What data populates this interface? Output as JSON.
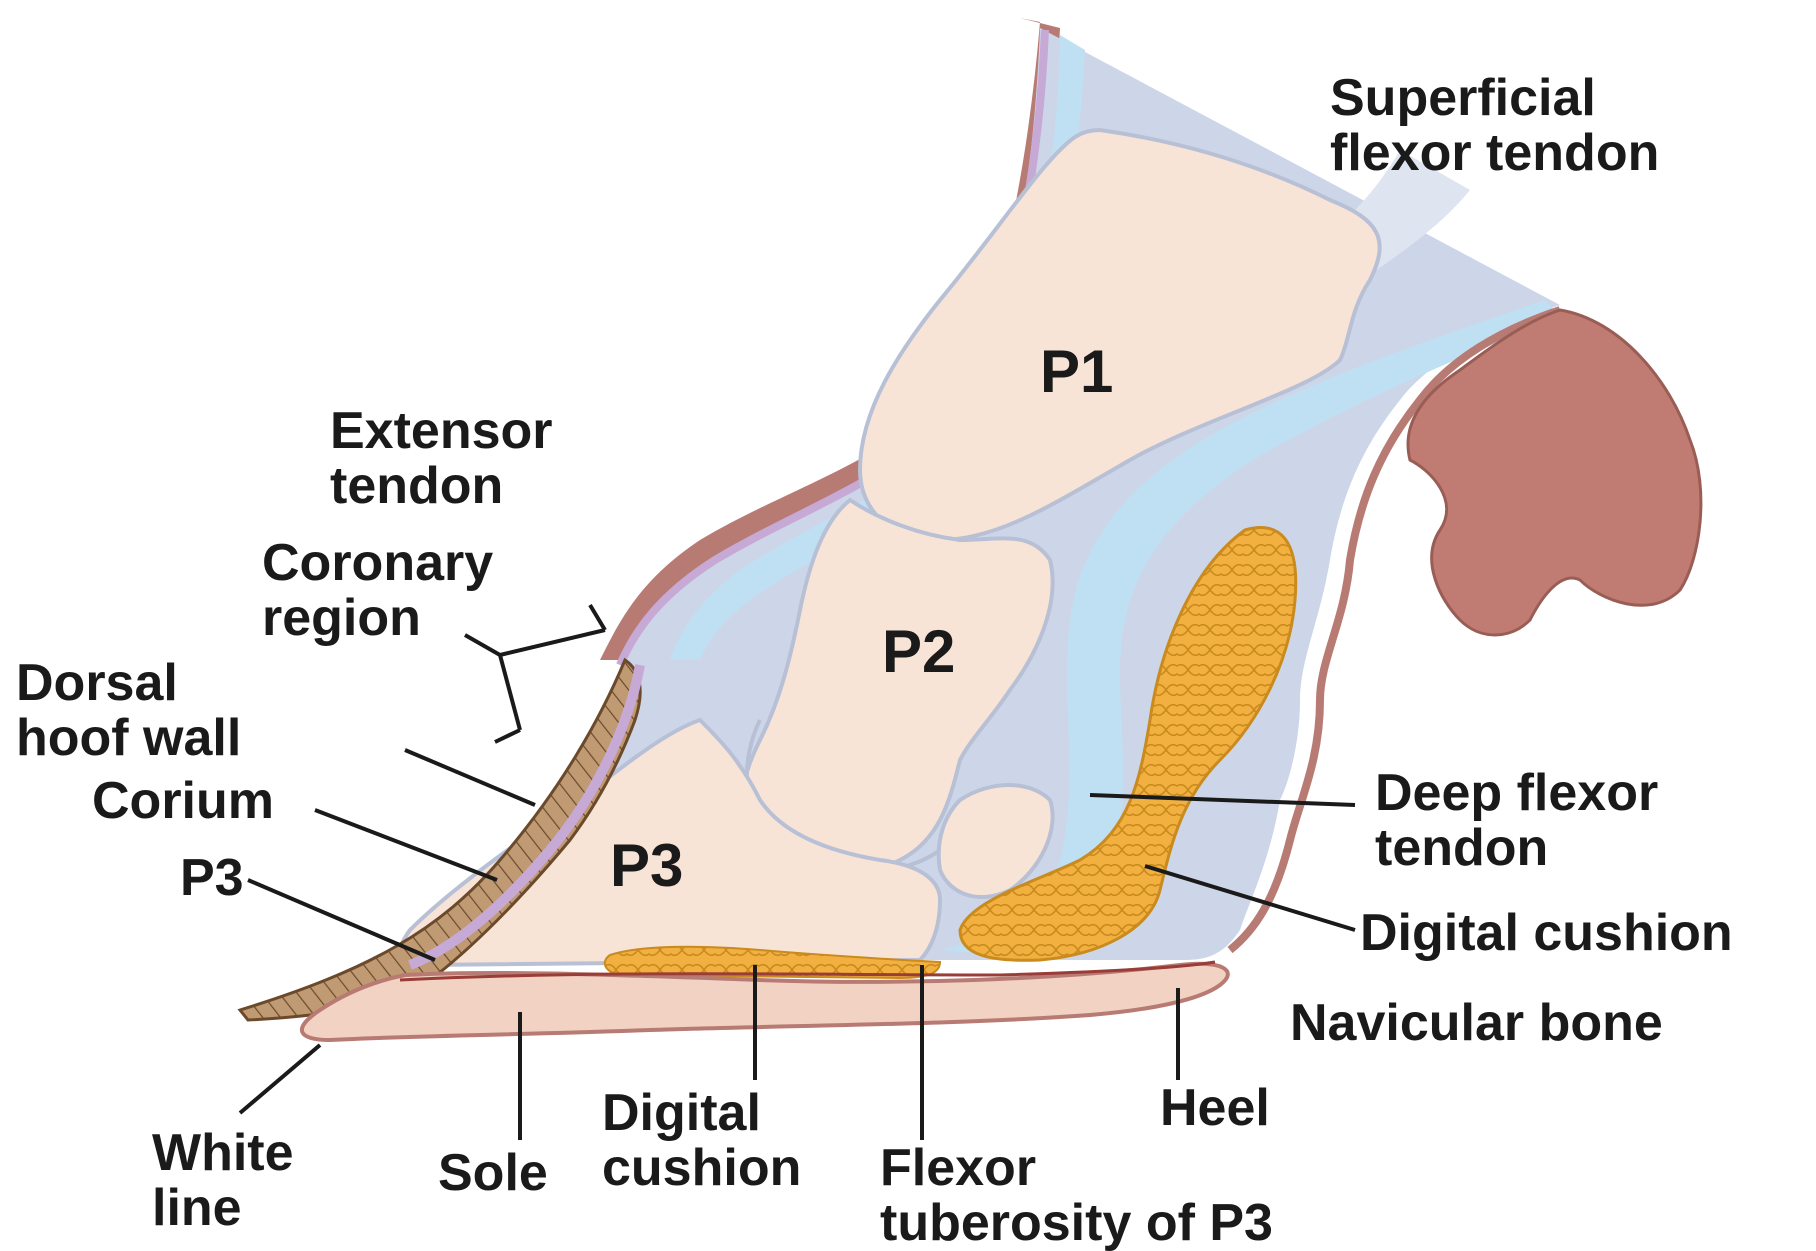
{
  "colors": {
    "background": "#ffffff",
    "skin": "#b87b74",
    "skin_inner": "#c7a9d6",
    "soft_tissue": "#cdd6e8",
    "tendon": "#bfe0f2",
    "bone": "#f8e4d6",
    "bone_outline": "#b8c0d6",
    "hoof_wall": "#b38a62",
    "hoof_stripe": "#6b4a2c",
    "sole": "#f2d2c2",
    "cushion": "#f2b040",
    "cushion_outline": "#c98a1e",
    "ergot": "#c07c72",
    "text": "#1a1a1a"
  },
  "bones": {
    "p1": "P1",
    "p2": "P2",
    "p3": "P3"
  },
  "labels": {
    "superficial_flexor_line1": "Superficial",
    "superficial_flexor_line2": "flexor tendon",
    "extensor_line1": "Extensor",
    "extensor_line2": "tendon",
    "coronary_line1": "Coronary",
    "coronary_line2": "region",
    "dorsal_line1": "Dorsal",
    "dorsal_line2": "hoof wall",
    "corium": "Corium",
    "p3_label": "P3",
    "white_line_line1": "White",
    "white_line_line2": "line",
    "sole": "Sole",
    "digital_cushion_bottom_line1": "Digital",
    "digital_cushion_bottom_line2": "cushion",
    "flexor_tuberosity_line1": "Flexor",
    "flexor_tuberosity_line2": "tuberosity of P3",
    "heel": "Heel",
    "navicular_bone": "Navicular bone",
    "digital_cushion_right": "Digital cushion",
    "deep_flexor_line1": "Deep flexor",
    "deep_flexor_line2": "tendon"
  }
}
